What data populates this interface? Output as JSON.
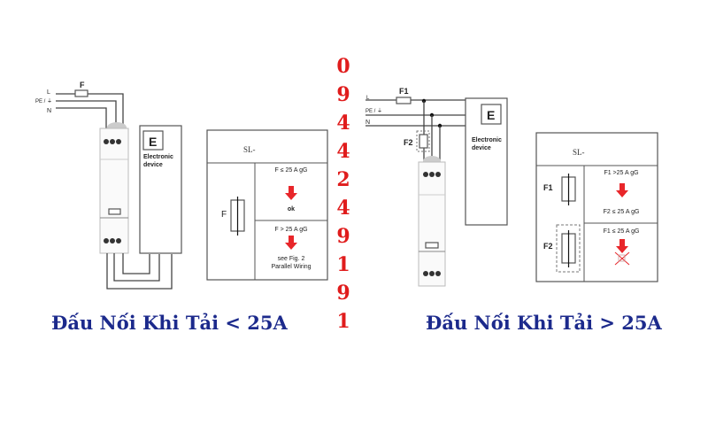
{
  "phone_digits": [
    "0",
    "9",
    "4",
    "4",
    "2",
    "4",
    "9",
    "1",
    "9",
    "1"
  ],
  "left_diagram": {
    "title": "Đấu Nối Khi Tải < 25A",
    "line_labels": {
      "l": "L",
      "pe": "PE / ⏚",
      "n": "N"
    },
    "fuse_label": "F",
    "device_letter": "E",
    "device_label_1": "Electronic",
    "device_label_2": "device",
    "table": {
      "header": "SL-",
      "fuse_label": "F",
      "row1_condition": "F ≤ 25 A gG",
      "row1_result": "ok",
      "row2_condition": "F > 25 A gG",
      "row2_result_1": "see Fig. 2",
      "row2_result_2": "Parallel Wiring"
    }
  },
  "right_diagram": {
    "title": "Đấu Nối Khi Tải > 25A",
    "line_labels": {
      "l": "L",
      "pe": "PE / ⏚",
      "n": "N"
    },
    "fuse1_label": "F1",
    "fuse2_label": "F2",
    "device_letter": "E",
    "device_label_1": "Electronic",
    "device_label_2": "device",
    "table": {
      "header": "SL-",
      "fuse1_label": "F1",
      "fuse2_label": "F2",
      "row1_condition": "F1  >25 A gG",
      "row1_result": "F2 ≤ 25 A gG",
      "row2_condition": "F1 ≤ 25 A gG"
    }
  },
  "colors": {
    "title": "#1c2a8c",
    "digits": "#e01c1c",
    "arrow": "#e8262a"
  }
}
